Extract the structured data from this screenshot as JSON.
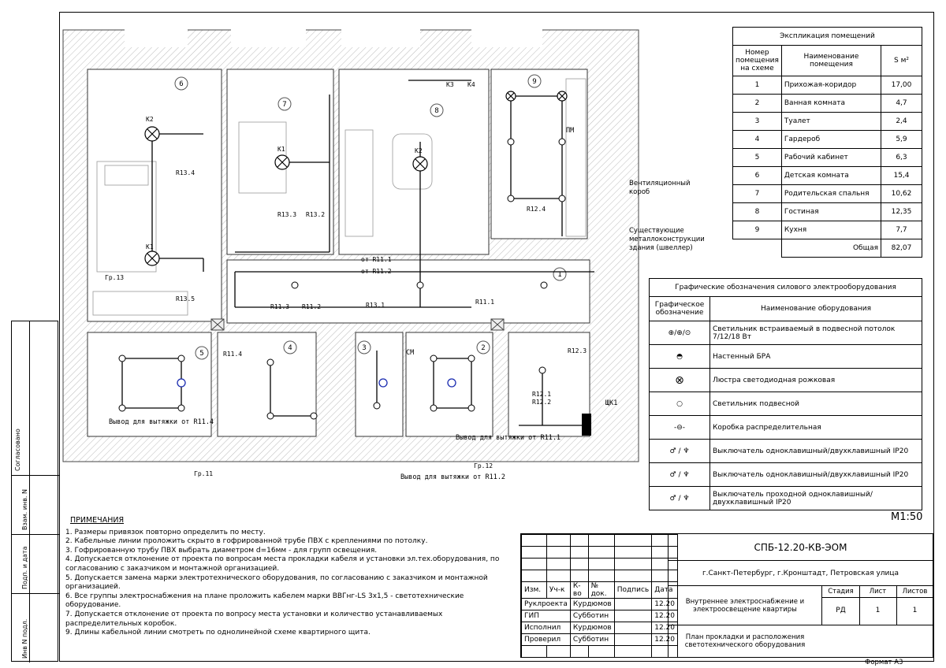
{
  "explication": {
    "title": "Экспликация помещений",
    "col_num": "Номер помещения на схеме",
    "col_name": "Наименование помещения",
    "col_area": "S м²",
    "rows": [
      {
        "n": "1",
        "name": "Прихожая-коридор",
        "s": "17,00"
      },
      {
        "n": "2",
        "name": "Ванная комната",
        "s": "4,7"
      },
      {
        "n": "3",
        "name": "Туалет",
        "s": "2,4"
      },
      {
        "n": "4",
        "name": "Гардероб",
        "s": "5,9"
      },
      {
        "n": "5",
        "name": "Рабочий кабинет",
        "s": "6,3"
      },
      {
        "n": "6",
        "name": "Детская комната",
        "s": "15,4"
      },
      {
        "n": "7",
        "name": "Родительская спальня",
        "s": "10,62"
      },
      {
        "n": "8",
        "name": "Гостиная",
        "s": "12,35"
      },
      {
        "n": "9",
        "name": "Кухня",
        "s": "7,7"
      }
    ],
    "total_label": "Общая",
    "total_value": "82,07"
  },
  "symbols": {
    "title": "Графические обозначения силового электрооборудования",
    "col_symbol": "Графическое обозначение",
    "col_name": "Наименование оборудования",
    "rows": [
      {
        "icon": "recessed-ceiling-light-icon",
        "name": "Светильник встраиваемый в подвесной потолок 7/12/18 Вт"
      },
      {
        "icon": "wall-sconce-icon",
        "name": "Настенный БРА"
      },
      {
        "icon": "led-chandelier-icon",
        "name": "Люстра светодиодная рожковая"
      },
      {
        "icon": "pendant-light-icon",
        "name": "Светильник подвесной"
      },
      {
        "icon": "junction-box-icon",
        "name": "Коробка распределительная"
      },
      {
        "icon": "switch-ip20-icon",
        "name": "Выключатель одноклавишный/двухклавишный IP20"
      },
      {
        "icon": "switch-ip20-alt-icon",
        "name": "Выключатель одноклавишный/двухклавишный IP20"
      },
      {
        "icon": "passthrough-switch-icon",
        "name": "Выключатель проходной одноклавишный/двухклавишный IP20"
      }
    ]
  },
  "plan": {
    "rooms": [
      "6",
      "7",
      "8",
      "9",
      "1",
      "2",
      "3",
      "4",
      "5"
    ],
    "labels": {
      "vent_duct": "Вентиляционный короб",
      "metal": "Существующие металлоконструкции здания (швеллер)",
      "exhaust1": "Вывод для вытяжки от R11.4",
      "exhaust2": "Вывод для вытяжки от R11.1",
      "exhaust3": "Вывод для вытяжки от R11.2",
      "panel": "ЩК1",
      "cm": "СМ",
      "pm": "ПМ"
    },
    "circuit_labels": [
      "K1",
      "K2",
      "K3",
      "K4",
      "R13.4",
      "R13.5",
      "R13.3",
      "R13.2",
      "R13.1",
      "R11.1",
      "R11.2",
      "R11.3",
      "R11.4",
      "R12.1",
      "R12.2",
      "R12.3",
      "R12.4",
      "Гр.13",
      "Гр.11",
      "Гр.12",
      "от R11.1",
      "от R11.2"
    ]
  },
  "scale": "М1:50",
  "notes": {
    "title": "ПРИМЕЧАНИЯ",
    "items": [
      "1. Размеры привязок повторно определить по месту.",
      "2. Кабельные линии проложить скрыто в гофрированной трубе ПВХ с креплениями по потолку.",
      "3. Гофрированную трубу ПВХ выбрать диаметром d=16мм - для групп освещения.",
      "4. Допускается отклонение от проекта по вопросам места прокладки кабеля и установки эл.тех.оборудования, по согласованию с заказчиком и монтажной организацией.",
      "5. Допускается замена марки электротехнического оборудования, по согласованию с заказчиком и монтажной организацией.",
      "6. Все группы электроснабжения на плане проложить кабелем марки ВВГнг-LS 3x1,5 - светотехнические оборудование.",
      "7. Допускается отклонение от проекта по вопросу места установки и количество устанавливаемых распределительных коробок.",
      "9. Длины кабельной линии смотреть по однолинейной схеме квартирного щита."
    ]
  },
  "stamp": {
    "code": "СПБ-12.20-КВ-ЭОМ",
    "address": "г.Санкт-Петербург, г.Кронштадт, Петровская улица",
    "project": "Внутреннее электроснабжение и электроосвещение квартиры",
    "sheet_title": "План прокладки и расположения светотехнического оборудования",
    "cols": [
      "Изм.",
      "Уч-к",
      "К-во",
      "№ док.",
      "Подпись",
      "Дата"
    ],
    "people": [
      {
        "role": "Руклроекта",
        "name": "Курдюмов",
        "date": "12.20"
      },
      {
        "role": "ГИП",
        "name": "Субботин",
        "date": "12.20"
      },
      {
        "role": "Исполнил",
        "name": "Курдюмов",
        "date": "12.20"
      },
      {
        "role": "Проверил",
        "name": "Субботин",
        "date": "12.20"
      }
    ],
    "stage_label": "Стадия",
    "stage": "РД",
    "sheet_label": "Лист",
    "sheet": "1",
    "sheets_label": "Листов",
    "sheets": "1",
    "format": "Формат А3"
  },
  "side": {
    "agreed": "Согласовано",
    "replaced": "Взам. инв. N",
    "signed": "Подп. и дата",
    "inv": "Инв N подл."
  }
}
